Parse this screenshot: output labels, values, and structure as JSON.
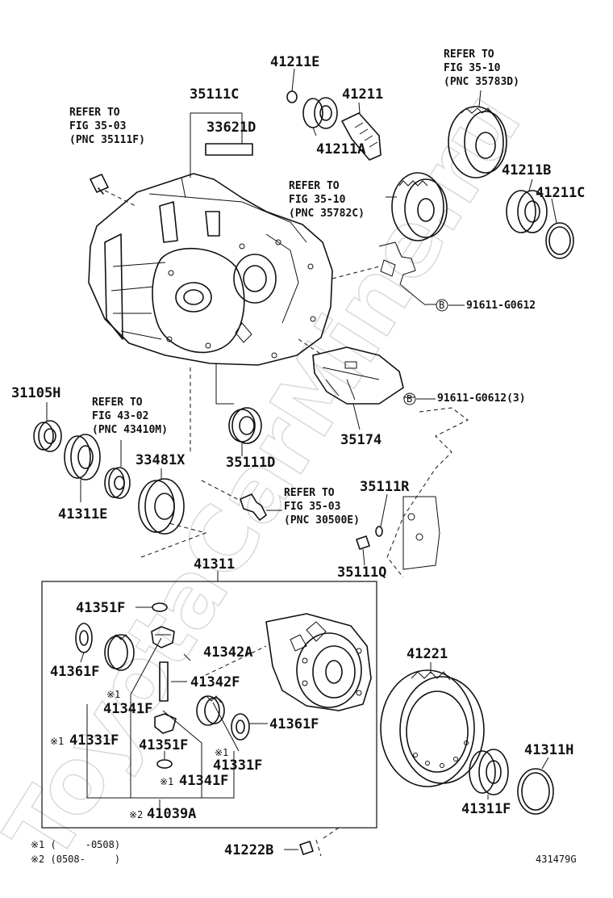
{
  "watermark": "ToyotaCarMine.ru",
  "figure_id": "431479G",
  "bolt_marker": "B",
  "footnotes": {
    "note1": "※1 (　　　-0508)",
    "note2": "※2 (0508-　　　)"
  },
  "parts": {
    "p41211E": "41211E",
    "p41211": "41211",
    "p41211A": "41211A",
    "p35111C": "35111C",
    "p33621D": "33621D",
    "p41211B": "41211B",
    "p41211C": "41211C",
    "p91611a": "91611-G0612",
    "p91611b": "91611-G0612(3)",
    "p35174": "35174",
    "p31105H": "31105H",
    "p33481X": "33481X",
    "p41311E": "41311E",
    "p35111D": "35111D",
    "p35111R": "35111R",
    "p35111Q": "35111Q",
    "p41311": "41311",
    "p41351F_top": "41351F",
    "p41361F_left": "41361F",
    "p41342A": "41342A",
    "p41342F": "41342F",
    "p41341F_1": "41341F",
    "p41331F_left": "41331F",
    "p41351F_bot": "41351F",
    "p41341F_2": "41341F",
    "p41361F_right": "41361F",
    "p41331F_right": "41331F",
    "p41039A": "41039A",
    "p41221": "41221",
    "p41311H": "41311H",
    "p41311F": "41311F",
    "p41222B": "41222B",
    "mark1": "※1",
    "mark2": "※2"
  },
  "references": {
    "r1": {
      "l1": "REFER TO",
      "l2": "FIG 35-03",
      "l3": "(PNC 35111F)"
    },
    "r2": {
      "l1": "REFER TO",
      "l2": "FIG 35-10",
      "l3": "(PNC 35783D)"
    },
    "r3": {
      "l1": "REFER TO",
      "l2": "FIG 35-10",
      "l3": "(PNC 35782C)"
    },
    "r4": {
      "l1": "REFER TO",
      "l2": "FIG 43-02",
      "l3": "(PNC 43410M)"
    },
    "r5": {
      "l1": "REFER TO",
      "l2": "FIG 35-03",
      "l3": "(PNC 30500E)"
    }
  }
}
